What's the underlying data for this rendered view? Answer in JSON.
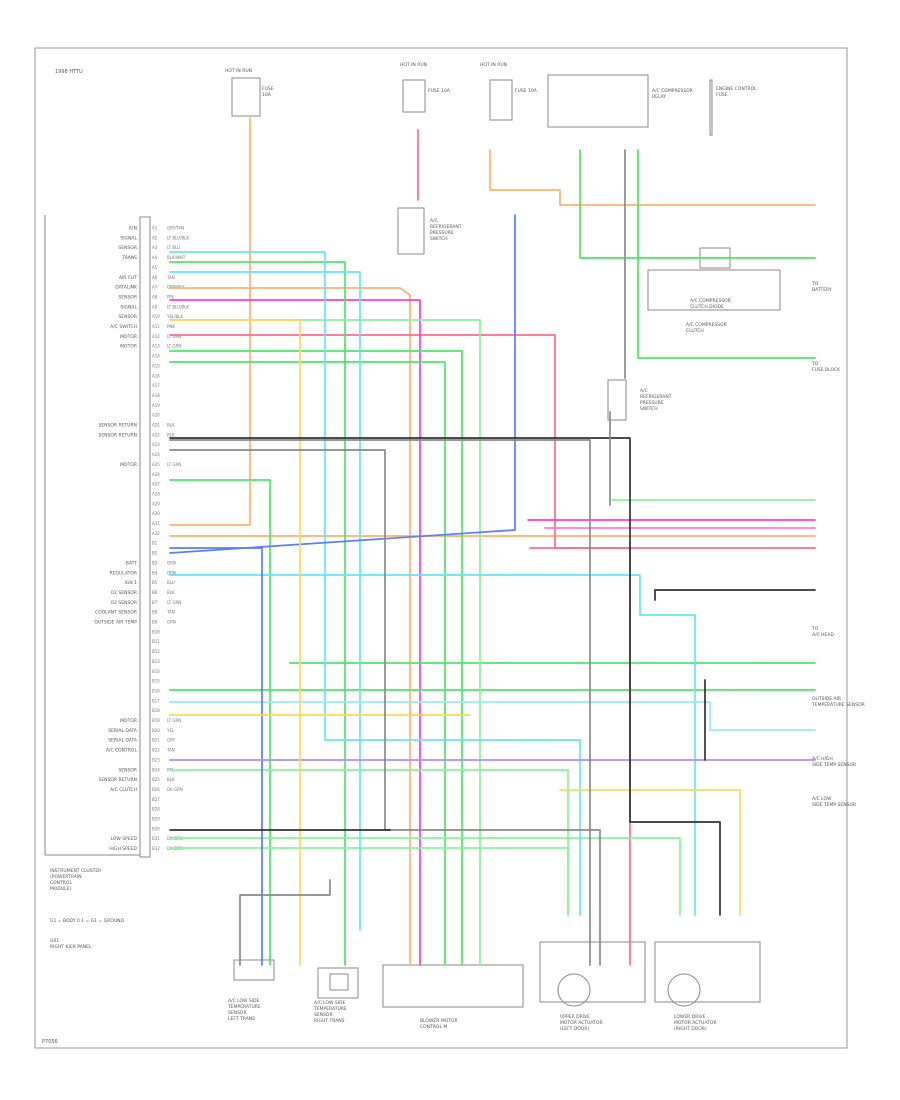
{
  "diagram": {
    "header_label": "1998 HTTU",
    "footer_label": "P7056",
    "pcm_pins": [
      "A1",
      "A2",
      "A3",
      "A4",
      "A5",
      "A6",
      "A7",
      "A8",
      "A9",
      "A10",
      "A11",
      "A12",
      "A13",
      "A14",
      "A15",
      "A16",
      "A17",
      "A18",
      "A19",
      "A20",
      "A21",
      "A22",
      "A23",
      "A24",
      "A25",
      "A26",
      "A27",
      "A28",
      "A29",
      "A30",
      "A31",
      "A32",
      "B1",
      "B2",
      "B3",
      "B4",
      "B5",
      "B6",
      "B7",
      "B8",
      "B9",
      "B10",
      "B11",
      "B12",
      "B13",
      "B14",
      "B15",
      "B16",
      "B17",
      "B18",
      "B19",
      "B20",
      "B21",
      "B22",
      "B23",
      "B24",
      "B25",
      "B26",
      "B27",
      "B28",
      "B29",
      "B30",
      "B31",
      "B32"
    ],
    "pcm_labels": [
      {
        "pin": "A1",
        "text": "IGN",
        "wire": "GRY/TAN"
      },
      {
        "pin": "A2",
        "text": "SIGNAL",
        "wire": "LT BLU/BLK"
      },
      {
        "pin": "A3",
        "text": "SENSOR",
        "wire": "LT BLU"
      },
      {
        "pin": "A4",
        "text": "TRANS",
        "wire": "BLK/WHT"
      },
      {
        "pin": "A6",
        "text": "AIR CUT",
        "wire": "TAN"
      },
      {
        "pin": "A7",
        "text": "DATALINK",
        "wire": "ORN/BLK"
      },
      {
        "pin": "A8",
        "text": "SENSOR",
        "wire": "PPL"
      },
      {
        "pin": "A9",
        "text": "SIGNAL",
        "wire": "LT BLU/BLK"
      },
      {
        "pin": "A10",
        "text": "SENSOR",
        "wire": "YEL/BLK"
      },
      {
        "pin": "A11",
        "text": "A/C SWITCH",
        "wire": "PNK"
      },
      {
        "pin": "A12",
        "text": "MOTOR",
        "wire": "LT GRN"
      },
      {
        "pin": "A13",
        "text": "MOTOR",
        "wire": "LT GRN"
      },
      {
        "pin": "A21",
        "text": "SENSOR RETURN",
        "wire": "BLK"
      },
      {
        "pin": "A22",
        "text": "SENSOR RETURN",
        "wire": "BLK"
      },
      {
        "pin": "A25",
        "text": "MOTOR",
        "wire": "LT GRN"
      },
      {
        "pin": "B3",
        "text": "BATT",
        "wire": "ORN"
      },
      {
        "pin": "B4",
        "text": "REGULATOR",
        "wire": "ORN"
      },
      {
        "pin": "B5",
        "text": "IGN 1",
        "wire": "BLU"
      },
      {
        "pin": "B6",
        "text": "O2 SENSOR",
        "wire": "BLK"
      },
      {
        "pin": "B7",
        "text": "O2 SENSOR",
        "wire": "LT GRN"
      },
      {
        "pin": "B8",
        "text": "COOLANT SENSOR",
        "wire": "TAN"
      },
      {
        "pin": "B9",
        "text": "OUTSIDE AIR TEMP",
        "wire": "GRN"
      },
      {
        "pin": "B19",
        "text": "MOTOR",
        "wire": "LT GRN"
      },
      {
        "pin": "B20",
        "text": "SERIAL DATA",
        "wire": "YEL"
      },
      {
        "pin": "B21",
        "text": "SERIAL DATA",
        "wire": "GRY"
      },
      {
        "pin": "B22",
        "text": "A/C CONTROL",
        "wire": "TAN"
      },
      {
        "pin": "B24",
        "text": "SENSOR",
        "wire": "PPL"
      },
      {
        "pin": "B25",
        "text": "SENSOR RETURN",
        "wire": "BLK"
      },
      {
        "pin": "B26",
        "text": "A/C CLUTCH",
        "wire": "DK GRN"
      },
      {
        "pin": "B31",
        "text": "LOW SPEED",
        "wire": "DK GRN"
      },
      {
        "pin": "B32",
        "text": "HIGH SPEED",
        "wire": "DK GRN"
      }
    ],
    "pcm_title": [
      "INSTRUMENT CLUSTER",
      "(POWERTRAIN",
      "CONTROL",
      "MODULE)"
    ],
    "fuse_left": [
      "HOT IN RUN",
      "FUSE",
      "10A"
    ],
    "fuse_mid": [
      "HOT IN RUN",
      "FUSE 10A"
    ],
    "fuse_mid2": [
      "HOT IN RUN",
      "FUSE 10A"
    ],
    "relay_label": [
      "A/C COMPRESSOR",
      "RELAY"
    ],
    "ecm_fuse_label": [
      "ENGINE CONTROL",
      "FUSE"
    ],
    "pressure_switch_1": [
      "A/C",
      "REFRIGERANT",
      "PRESSURE",
      "SWITCH"
    ],
    "pressure_switch_2": [
      "A/C",
      "REFRIGERANT",
      "PRESSURE",
      "SWITCH"
    ],
    "compressor_clutch": [
      "A/C COMPRESSOR",
      "CLUTCH"
    ],
    "compressor_label": [
      "A/C COMPRESSOR",
      "CLUTCH DIODE"
    ],
    "right_labels": [
      {
        "text": "TO",
        "sub": "BATTERY"
      },
      {
        "text": "TO",
        "sub": "FUSE BLOCK"
      },
      {
        "text": "TO",
        "sub": "A/C HEAD"
      },
      {
        "text": "OUTSIDE AIR",
        "sub": "TEMPERATURE SENSOR"
      },
      {
        "text": "A/C HIGH",
        "sub": "SIDE TEMP SENSOR"
      },
      {
        "text": "A/C LOW",
        "sub": "SIDE TEMP SENSOR"
      }
    ],
    "bottom_components": [
      {
        "label": [
          "A/C LOW SIDE",
          "TEMPERATURE",
          "SENSOR",
          "LEFT TRANS"
        ],
        "type": "connector"
      },
      {
        "label": [
          "A/C LOW SIDE",
          "TEMPERATURE",
          "SENSOR",
          "RIGHT TRANS"
        ],
        "type": "sensor"
      },
      {
        "label": [
          "BLOWER MOTOR",
          "CONTROL M"
        ],
        "type": "module"
      },
      {
        "label": [
          "UPPER DRIVE",
          "MOTOR ACTUATOR",
          "(LEFT DOOR)"
        ],
        "type": "motor"
      },
      {
        "label": [
          "LOWER DRIVE",
          "MOTOR ACTUATOR",
          "(RIGHT DOOR)"
        ],
        "type": "motor"
      }
    ],
    "ground_note": "G1 = BODY 0 1 = G1 = GROUND",
    "ground_note2": [
      "G01",
      "RIGHT KICK PANEL"
    ],
    "colors": {
      "orange": "#ffb070",
      "red": "#ff6b8a",
      "pink": "#ff7bd8",
      "magenta": "#ff3bd8",
      "green": "#4fe46a",
      "lt_green": "#8cf29a",
      "cyan": "#66e6f2",
      "lt_blue": "#9ce8ff",
      "blue": "#5a7cff",
      "yellow": "#ffd75a",
      "gray": "#8a8a8a",
      "black": "#333333",
      "violet": "#b08cff"
    }
  }
}
